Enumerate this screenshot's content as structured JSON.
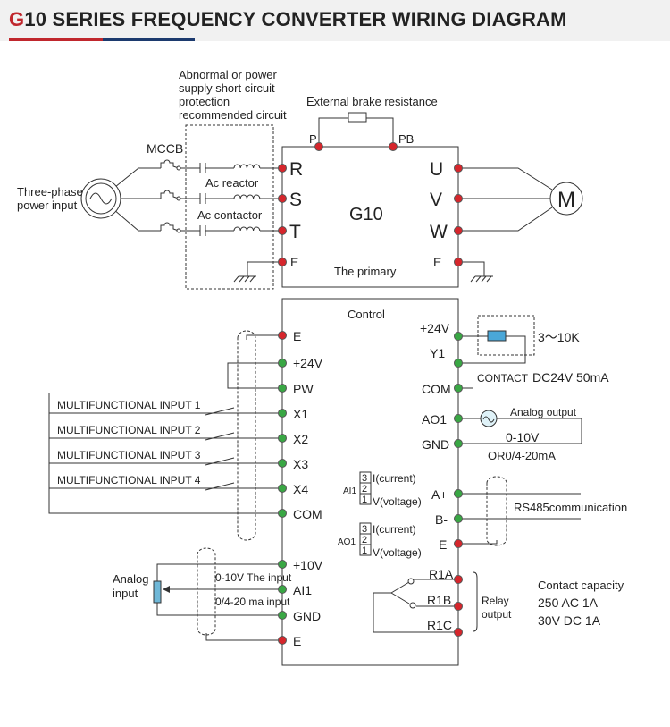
{
  "header": {
    "title_prefix": "G",
    "title_rest": "10 SERIES FREQUENCY CONVERTER WIRING DIAGRAM",
    "accent_color": "#c0272d",
    "underline_color_2": "#1c3a6e"
  },
  "power": {
    "protection_note": [
      "Abnormal or power",
      "supply short circuit",
      "protection",
      "recommended circuit"
    ],
    "brake_label": "External brake resistance",
    "p_label": "P",
    "pb_label": "PB",
    "mccb_label": "MCCB",
    "source_label": [
      "Three-phase",
      "power input"
    ],
    "reactor_label": "Ac reactor",
    "contactor_label": "Ac contactor",
    "input_terminals": [
      "R",
      "S",
      "T",
      "E"
    ],
    "output_terminals": [
      "U",
      "V",
      "W",
      "E"
    ],
    "model_label": "G10",
    "primary_label": "The primary",
    "motor_label": "M"
  },
  "control": {
    "title": "Control",
    "left_terminals": [
      "E",
      "+24V",
      "PW",
      "X1",
      "X2",
      "X3",
      "X4",
      "COM",
      "+10V",
      "AI1",
      "GND",
      "E"
    ],
    "multifunction_inputs": [
      "MULTIFUNCTIONAL INPUT 1",
      "MULTIFUNCTIONAL INPUT 2",
      "MULTIFUNCTIONAL INPUT 3",
      "MULTIFUNCTIONAL INPUT 4"
    ],
    "analog_input_label": [
      "Analog",
      "input"
    ],
    "analog_notes": [
      "0-10V The input",
      "0/4-20 ma input"
    ],
    "right_terminals": [
      "+24V",
      "Y1",
      "COM",
      "AO1",
      "GND",
      "A+",
      "B-",
      "E",
      "R1A",
      "R1B",
      "R1C"
    ],
    "resistor_range": "3～10K",
    "contact_label": "CONTACT",
    "contact_rating": "DC24V 50mA",
    "analog_output_label": "Analog output",
    "ao_range": "0-10V",
    "ao_range_alt": "OR0/4-20mA",
    "ai1_label": "AI1",
    "ao1_label": "AO1",
    "jumper_numbers": [
      "3",
      "2",
      "1"
    ],
    "current_label": "I(current)",
    "voltage_label": "V(voltage)",
    "rs485_label": "RS485communication",
    "relay_label": [
      "Relay",
      "output"
    ],
    "capacity_label": "Contact capacity",
    "capacity_values": [
      "250 AC 1A",
      "30V DC 1A"
    ]
  }
}
